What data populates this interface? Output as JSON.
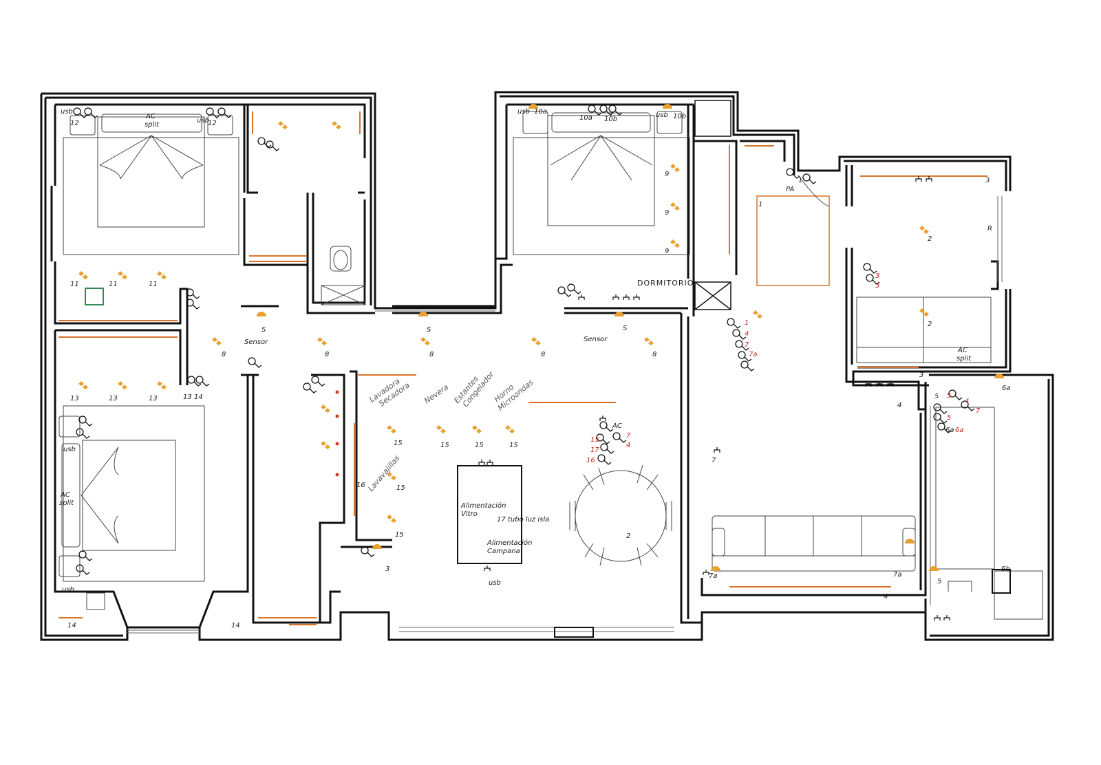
{
  "colors": {
    "wall": "#111111",
    "light": "#e8a030",
    "strip": "#d9732a",
    "annotation_red": "#cc1f1f",
    "sensor_box": "#2e8b57"
  },
  "rooms": {
    "dormitorio": "DORMITORIO"
  },
  "appliances": [
    {
      "label": "Lavadora\nSecadora"
    },
    {
      "label": "Nevera"
    },
    {
      "label": "Estantes\nCongelador"
    },
    {
      "label": "Horno\nMicroondas"
    },
    {
      "label": "Lavavajillas"
    }
  ],
  "island": {
    "vitro": "Alimentación\nVitro",
    "tubo": "17 tubo luz isla",
    "campana": "Alimentación\nCampana",
    "usb": "usb"
  },
  "labels": {
    "ac_split": "AC\nsplit",
    "sensor": "Sensor",
    "pa": "PA",
    "ac": "AC",
    "usb": "usb",
    "r": "R",
    "s": "S"
  },
  "numbers": {
    "bed1": [
      "11",
      "11",
      "11"
    ],
    "bed2": [
      "13",
      "13",
      "13",
      "13",
      "14"
    ],
    "hall": [
      "8",
      "8",
      "8",
      "8",
      "8"
    ],
    "kitchen": [
      "15",
      "15",
      "15",
      "15",
      "15",
      "15",
      "16"
    ],
    "bed3": [
      "9",
      "9",
      "9",
      "10a",
      "10b",
      "10b",
      "10a"
    ],
    "living": [
      "2",
      "2",
      "2",
      "3",
      "3",
      "4",
      "4",
      "7",
      "7a",
      "7a"
    ],
    "terrace": [
      "6a",
      "6a",
      "6b",
      "5",
      "5"
    ],
    "entry": [
      "1",
      "1"
    ],
    "misc": [
      "12",
      "12",
      "14",
      "14",
      "3"
    ]
  },
  "red_codes": [
    "1",
    "4",
    "7",
    "7a",
    "3",
    "3",
    "5",
    "4",
    "7",
    "15",
    "17",
    "16",
    "5",
    "6a",
    "7",
    "4"
  ]
}
